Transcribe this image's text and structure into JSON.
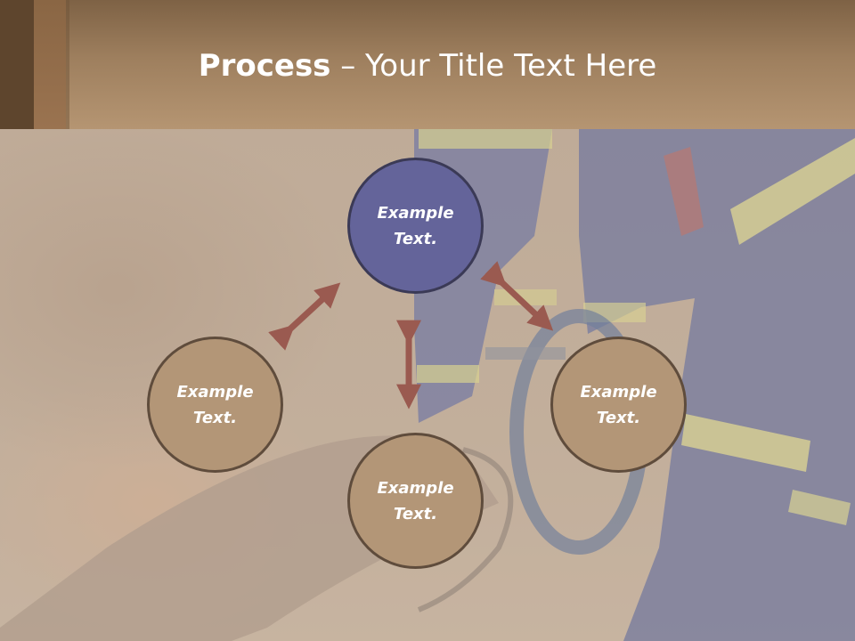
{
  "header": {
    "title_bold": "Process",
    "title_rest": " – Your Title Text Here"
  },
  "diagram": {
    "nodes": [
      {
        "id": "top",
        "label_line1": "Example",
        "label_line2": "Text."
      },
      {
        "id": "left",
        "label_line1": "Example",
        "label_line2": "Text."
      },
      {
        "id": "right",
        "label_line1": "Example",
        "label_line2": "Text."
      },
      {
        "id": "bottom",
        "label_line1": "Example",
        "label_line2": "Text."
      }
    ],
    "colors": {
      "highlight_node": "#64649a",
      "node": "#b39677",
      "arrow": "#9a5a50",
      "header": "#a3825f"
    }
  }
}
